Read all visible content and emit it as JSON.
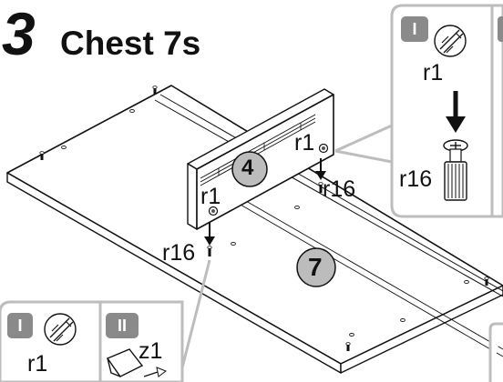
{
  "step": {
    "number": "3",
    "title": "Chest 7s"
  },
  "parts": {
    "panel": "7",
    "rail": "4"
  },
  "fittings": {
    "cam_bolt": "r1",
    "dowel": "r16"
  },
  "callout_top_right": {
    "tag": "I",
    "part": "r1",
    "fitting": "r16",
    "icon": "phillips-screwdriver-icon"
  },
  "callout_bottom_left": {
    "tag_1": "I",
    "part_1": "r1",
    "tag_2": "II",
    "part_2": "z1",
    "icon": "phillips-screwdriver-icon"
  },
  "colors": {
    "line": "#111111",
    "callout_border": "#bdbdbd",
    "tag_fill": "#8a8a8a",
    "badge_fill": "#bcbcbc",
    "part_fill": "#ffffff"
  }
}
